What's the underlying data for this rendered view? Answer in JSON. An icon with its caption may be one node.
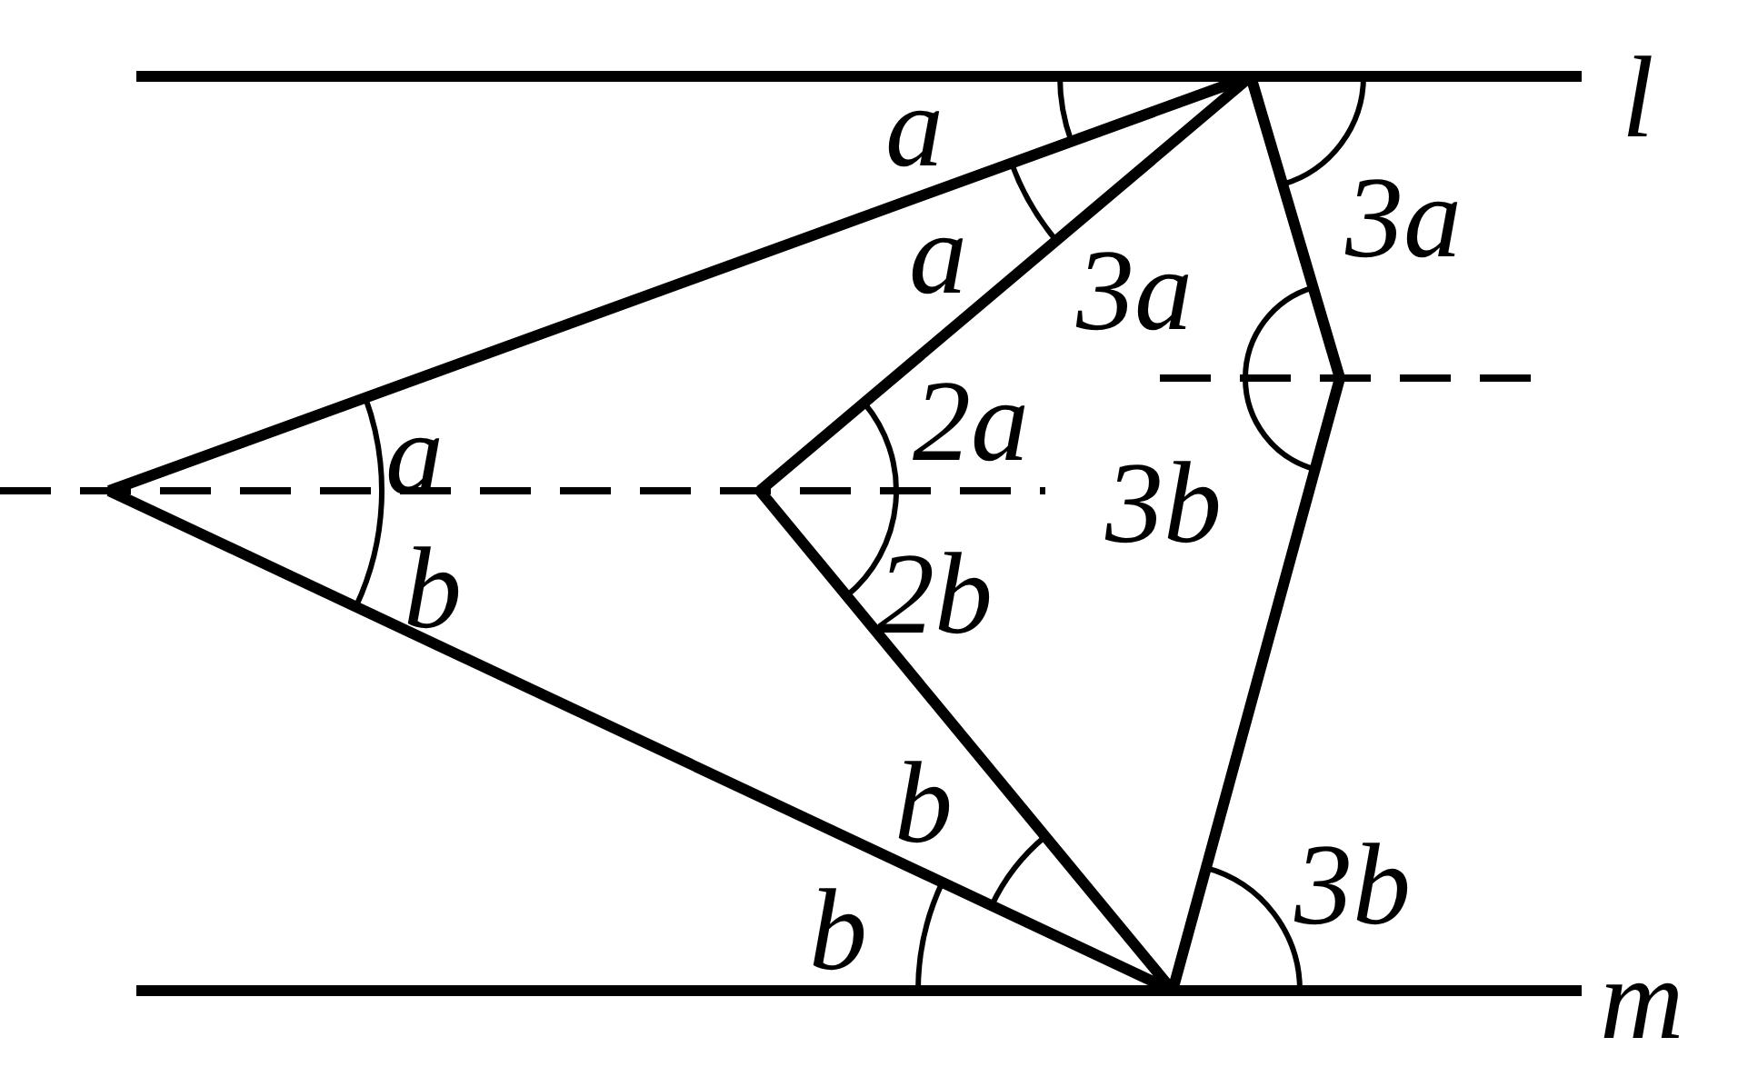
{
  "diagram": {
    "labels": [
      "l",
      "a",
      "3a",
      "a",
      "3a",
      "2a",
      "a",
      "3b",
      "b",
      "2b",
      "b",
      "3b",
      "b",
      "m"
    ]
  }
}
